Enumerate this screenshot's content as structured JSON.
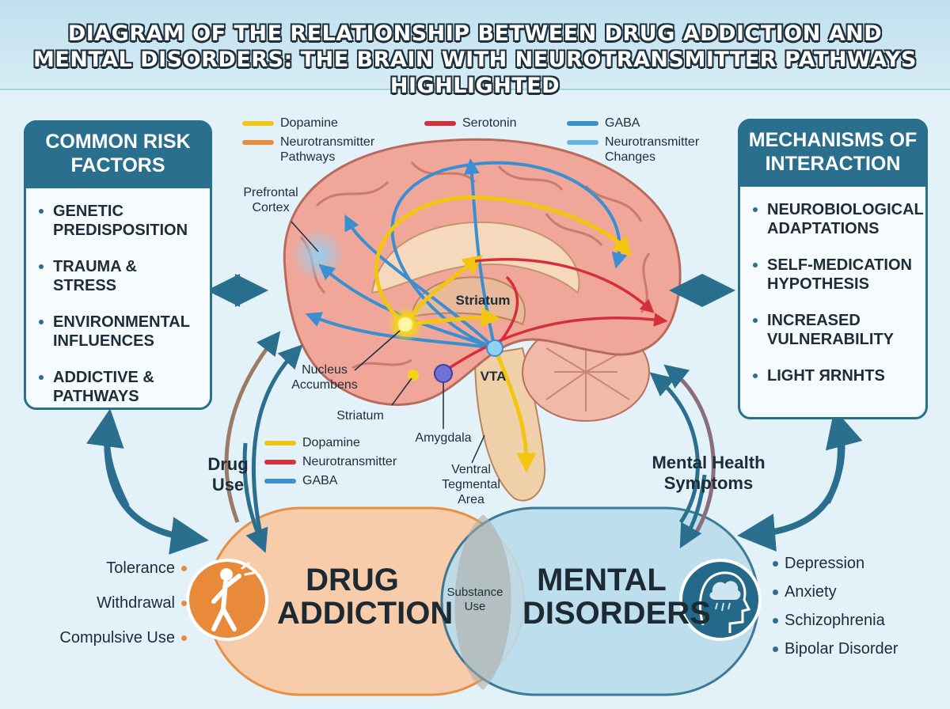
{
  "title": "DIAGRAM OF THE RELATIONSHIP BETWEEN DRUG ADDICTION AND MENTAL DISORDERS: THE BRAIN WITH NEUROTRANSMITTER PATHWAYS HIGHLIGHTED",
  "left_panel": {
    "heading": "COMMON RISK FACTORS",
    "items": [
      "GENETIC PREDISPOSITION",
      "TRAUMA & STRESS",
      "ENVIRONMENTAL INFLUENCES",
      "ADDICTIVE & PATHWAYS"
    ]
  },
  "right_panel": {
    "heading": "MECHANISMS OF INTERACTION",
    "items": [
      "NEUROBIOLOGICAL ADAPTATIONS",
      "SELF-MEDICATION HYPOTHESIS",
      "INCREASED VULNERABILITY",
      "LIGHT ЯRNHTS"
    ]
  },
  "legend_top": [
    {
      "label": "Dopamine",
      "color": "#f2c511"
    },
    {
      "label": "Neurotransmitter Pathways",
      "color": "#ee8a3c"
    },
    {
      "label": "Serotonin",
      "color": "#d62f3a"
    },
    {
      "label": "GABA",
      "color": "#3a8fd0"
    },
    {
      "label": "Neurotransmitter Changes",
      "color": "#63b7e4"
    }
  ],
  "legend_mid": [
    {
      "label": "Dopamine",
      "color": "#f2c511"
    },
    {
      "label": "Neurotransmitter",
      "color": "#d62f3a"
    },
    {
      "label": "GABA",
      "color": "#3a8fd0"
    }
  ],
  "brain_labels": {
    "prefrontal": "Prefrontal Cortex",
    "striatum_inner": "Striatum",
    "nucleus": "Nucleus Accumbens",
    "striatum_lower": "Striatum",
    "amygdala": "Amygdala",
    "vta": "VTA",
    "ventral": "Ventral Tegmental Area"
  },
  "flow_labels": {
    "drug_use": "Drug Use",
    "mental_symptoms": "Mental Health Symptoms"
  },
  "venn": {
    "left_title": "DRUG ADDICTION",
    "right_title": "MENTAL DISORDERS",
    "overlap": "Substance Use",
    "left_color": "#f9cba6",
    "right_color": "#b9dcec"
  },
  "addiction_signs": [
    "Tolerance",
    "Withdrawal",
    "Compulsive Use"
  ],
  "disorders": [
    "Depression",
    "Anxiety",
    "Schizophrenia",
    "Bipolar Disorder"
  ],
  "colors": {
    "accent": "#2a6f8e",
    "orange": "#e98a3b"
  }
}
